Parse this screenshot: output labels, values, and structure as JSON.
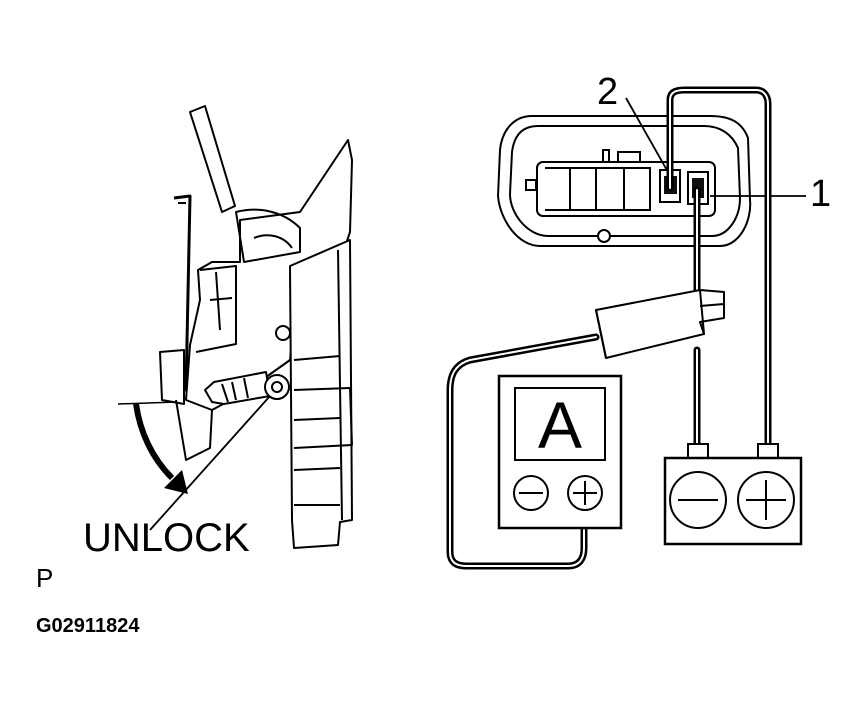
{
  "labels": {
    "unlock": "UNLOCK",
    "pin_2": "2",
    "pin_1": "1",
    "corner_mark": "P",
    "figure_code": "G02911824"
  },
  "ammeter": {
    "unit_letter": "A"
  },
  "icons": {
    "ammeter_minus": "minus-icon",
    "ammeter_plus": "plus-icon",
    "battery_minus": "minus-icon",
    "battery_plus": "plus-icon",
    "unlock_arrow": "curved-arrow-icon"
  },
  "colors": {
    "line": "#000000",
    "background": "#ffffff",
    "pin_fill": "#111111"
  }
}
